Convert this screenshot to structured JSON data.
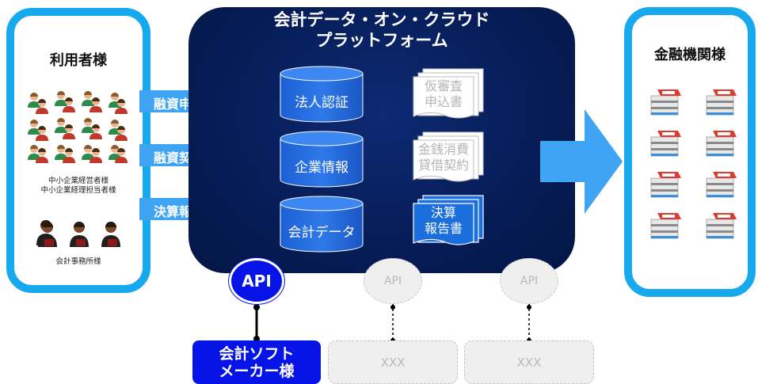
{
  "users_panel": {
    "title": "利用者様",
    "group1_line1": "中小企業経営者様",
    "group1_line2": "中小企業経理担当者様",
    "group2_label": "会計事務所様"
  },
  "platform": {
    "title_line1": "会計データ・オン・クラウド",
    "title_line2": "プラットフォーム",
    "databases": [
      "法人認証",
      "企業情報",
      "会計データ"
    ],
    "documents": [
      {
        "line1": "仮審査",
        "line2": "申込書"
      },
      {
        "line1": "金銭消費",
        "line2": "貸借契約"
      },
      {
        "line1": "決算",
        "line2": "報告書"
      }
    ]
  },
  "arrows": [
    "融資申込",
    "融資契約",
    "決算報告"
  ],
  "banks_panel": {
    "title": "金融機関様"
  },
  "apis": {
    "active": "API",
    "inactive1": "API",
    "inactive2": "API"
  },
  "connectors": {
    "vendor_line1": "会計ソフト",
    "vendor_line2": "メーカー様",
    "placeholder1": "XXX",
    "placeholder2": "XXX"
  },
  "colors": {
    "panel_border": "#16a9ee",
    "platform_bg": "#061d58",
    "arrow": "#3fa4f4",
    "api_active": "#0614e8"
  }
}
